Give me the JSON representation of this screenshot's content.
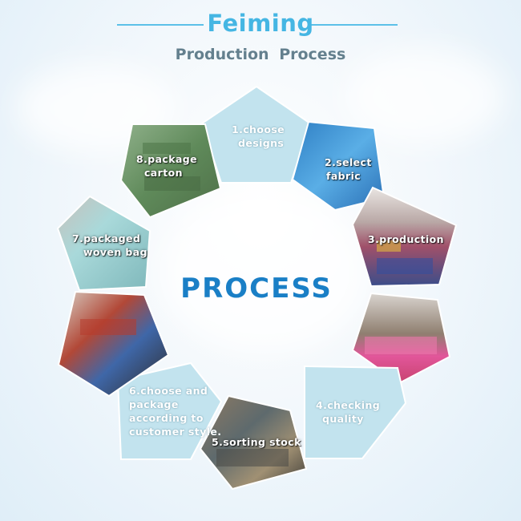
{
  "header": {
    "title": "Feiming",
    "subtitle": "Production Process"
  },
  "center_label": "PROCESS",
  "steps": [
    {
      "label_lines": [
        "1.choose",
        "designs"
      ],
      "fill": "#c2e3ee",
      "kind": "plain"
    },
    {
      "label_lines": [
        "2.select",
        "fabric"
      ],
      "fill": "#3f93d2",
      "kind": "photo",
      "photo": "blue fabric"
    },
    {
      "label_lines": [
        "3.production"
      ],
      "fill": "#8a6a7a",
      "kind": "photo",
      "photo": "factory floor"
    },
    {
      "label_lines": [
        "4.checking",
        "quality"
      ],
      "fill": "#c2e3ee",
      "kind": "plain"
    },
    {
      "label_lines": [
        "5.sorting stock"
      ],
      "fill": "#6a5a4e",
      "kind": "photo",
      "photo": "stock room"
    },
    {
      "label_lines": [
        "6.choose and",
        "package",
        "according to",
        "customer style."
      ],
      "fill": "#c2e3ee",
      "kind": "plain"
    },
    {
      "label_lines": [
        "7.packaged",
        "woven bag"
      ],
      "fill": "#9cc4c7",
      "kind": "photo",
      "photo": "woven bag"
    },
    {
      "label_lines": [
        "8.package",
        "carton"
      ],
      "fill": "#6f9a6a",
      "kind": "photo",
      "photo": "cartons"
    }
  ]
}
